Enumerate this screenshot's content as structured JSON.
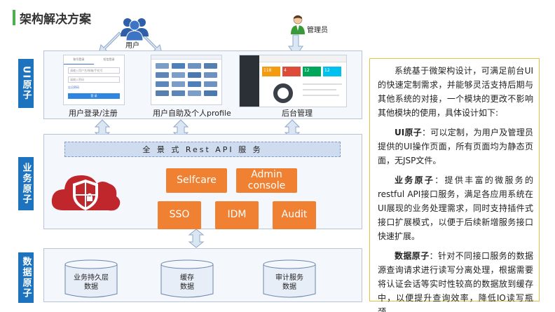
{
  "title": "架构解决方案",
  "actors": {
    "user": "用户",
    "admin": "管理员"
  },
  "layers": {
    "ui": "UI原子",
    "business": "业务原子",
    "data": "数据原子"
  },
  "screens": [
    {
      "caption": "用户登录/注册"
    },
    {
      "caption": "用户自助及个人profile"
    },
    {
      "caption": "后台管理"
    }
  ],
  "login_mock": {
    "tab1": "账号登录",
    "tab2": "短信登录",
    "field1": "请输入用户名/邮箱/手机号",
    "field2": "请输入密码",
    "link": "忘记密码",
    "button": "登 录"
  },
  "admin_mock": {
    "tiles": [
      "118",
      "4",
      "12",
      "12"
    ]
  },
  "rest_api": "全 景 式 Rest API 服 务",
  "services": {
    "selfcare": "Selfcare",
    "admin_console": "Admin\nconsole",
    "sso": "SSO",
    "idm": "IDM",
    "audit": "Audit"
  },
  "databases": [
    {
      "line1": "业务持久层",
      "line2": "数据"
    },
    {
      "line1": "缓存",
      "line2": "数据"
    },
    {
      "line1": "审计服务",
      "line2": "数据"
    }
  ],
  "description": {
    "intro": "系统基于微架构设计，可满足前台UI的快速定制需求，并能够灵活支持后期与其他系统的对接，一个模块的更改不影响其他模块的使用，具体设计如下:",
    "ui_title": "UI原子",
    "ui_text": "：可以定制，为用户及管理员提供的UI操作页面，所有页面均为静态页面，无JSP文件。",
    "biz_title": "业务原子",
    "biz_text": "：提供丰富的微服务的restful API接口服务，满足各应用系统在UI展现的业务处理需求，同时支持插件式接口扩展模式，以便于后续新增服务接口快速扩展。",
    "data_title": "数据原子",
    "data_text": "：针对不同接口服务的数据源查询请求进行读写分离处理，根据需要将认证会话等实时性较高的数据放到缓存中，以便提升查询效率，降低IO读写瓶颈。"
  },
  "colors": {
    "accent": "#1e73be",
    "service": "#f08132",
    "title_bar": "#4caf50",
    "shield_red": "#c0272d",
    "desc_border": "#e3c048"
  }
}
